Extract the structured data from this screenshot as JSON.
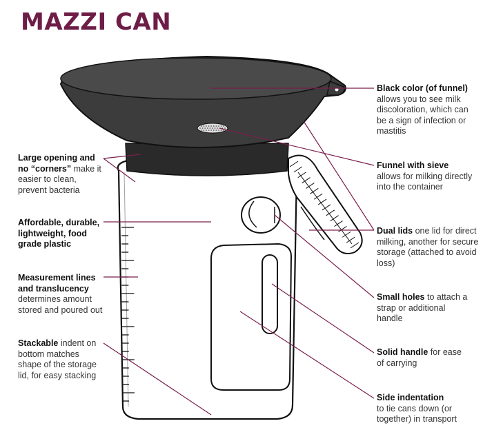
{
  "title": "MAZZI CAN",
  "colors": {
    "title": "#6e1d47",
    "leader": "#7a1f4d",
    "funnel": "#3a3a3a",
    "funnel_rim": "#2a2a2a"
  },
  "callouts": {
    "black_color": {
      "bold": "Black color (of funnel)",
      "text": "allows you to see milk discoloration, which can be a sign of infection or mastitis"
    },
    "funnel_sieve": {
      "bold": "Funnel with sieve",
      "text": "allows for milking directly into the container"
    },
    "dual_lids": {
      "bold": "Dual lids",
      "text": "one lid for direct milking, another for secure storage (attached to avoid loss)"
    },
    "small_holes": {
      "bold": "Small holes",
      "text": "to attach a strap or additional handle"
    },
    "solid_handle": {
      "bold": "Solid handle",
      "text": "for ease of carrying"
    },
    "side_indentation": {
      "bold": "Side indentation",
      "text": "to tie cans down (or together) in transport"
    },
    "large_opening": {
      "bold": "Large opening and no “corners”",
      "text": "make it easier to clean, prevent bacteria"
    },
    "affordable": {
      "bold": "Affordable, durable, lightweight, food grade plastic",
      "text": ""
    },
    "measurement": {
      "bold": "Measurement lines and translucency",
      "text": "determines amount stored and poured out"
    },
    "stackable": {
      "bold": "Stackable",
      "text": "indent on bottom matches shape of the storage lid, for easy stacking"
    }
  }
}
